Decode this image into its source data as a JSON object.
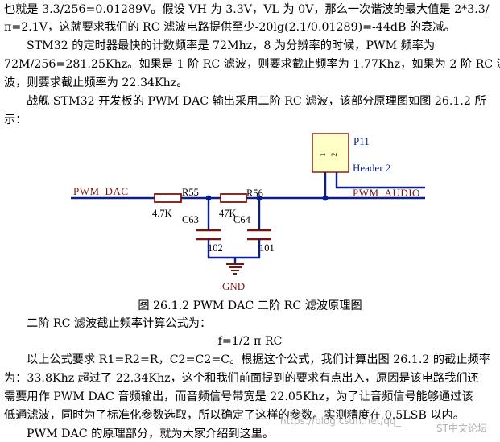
{
  "paragraphs": [
    "也就是 3.3/256=0.01289V。假设 VH 为 3.3V，VL 为 0V，那么一次谐波的最大值是 2*3.3/",
    "π=2.1V，这就要求我们的 RC 滤波电路提供至少-20lg(2.1/0.01289)=-44dB 的衰减。",
    "STM32 的定时器最快的计数频率是 72Mhz，8 为分辨率的时候，PWM 频率为",
    "72M/256=281.25Khz。如果是 1 阶 RC 滤波，则要求截止频率为 1.77Khz，如果为 2 阶 RC 滤",
    "波，则要求截止频率为 22.34Khz。",
    "战舰 STM32 开发板的 PWM DAC 输出采用二阶 RC 滤波，该部分原理图如图 26.1.2 所",
    "示："
  ],
  "circuit": {
    "input_net": "PWM_DAC",
    "output_net": "PWM_AUDIO",
    "header_ref": "P11",
    "header_type": "Header 2",
    "header_pin1": "1",
    "header_pin2": "2",
    "r1_ref": "R55",
    "r1_value": "4.7K",
    "r2_ref": "R56",
    "r2_value": "47K",
    "c1_ref": "C63",
    "c1_value": "102",
    "c2_ref": "C64",
    "c2_value": "101",
    "ground": "GND"
  },
  "caption": "图 26.1.2 PWM DAC 二阶 RC 滤波原理图",
  "formula_intro": "二阶 RC 滤波截止频率计算公式为：",
  "formula": "f=1/2 π RC",
  "conclusion": [
    "以上公式要求 R1=R2=R，C2=C2=C。根据这个公式，我们计算出图 26.1.2 的截止频率",
    "为：33.8Khz 超过了 22.34Khz，这个和我们前面提到的要求有点出入，原因是该电路我们还",
    "需要用作 PWM DAC 音频输出，而音频信号带宽是 22.05Khz，为了让音频信号能够通过该",
    "低通滤波，同时为了标准化参数选取，所以确定了这样的参数。实测精度在 0.5LSB 以内。",
    "PWM DAC 的原理部分，就为大家介绍到这里。"
  ],
  "watermark": {
    "url": "https://blog.csdn.net/qq_",
    "brand": "ST中文论坛"
  },
  "colors": {
    "wire": "#0a1f8f",
    "net_label": "#7a1410",
    "component": "#7a1410",
    "header_fill": "#ffffc6"
  }
}
